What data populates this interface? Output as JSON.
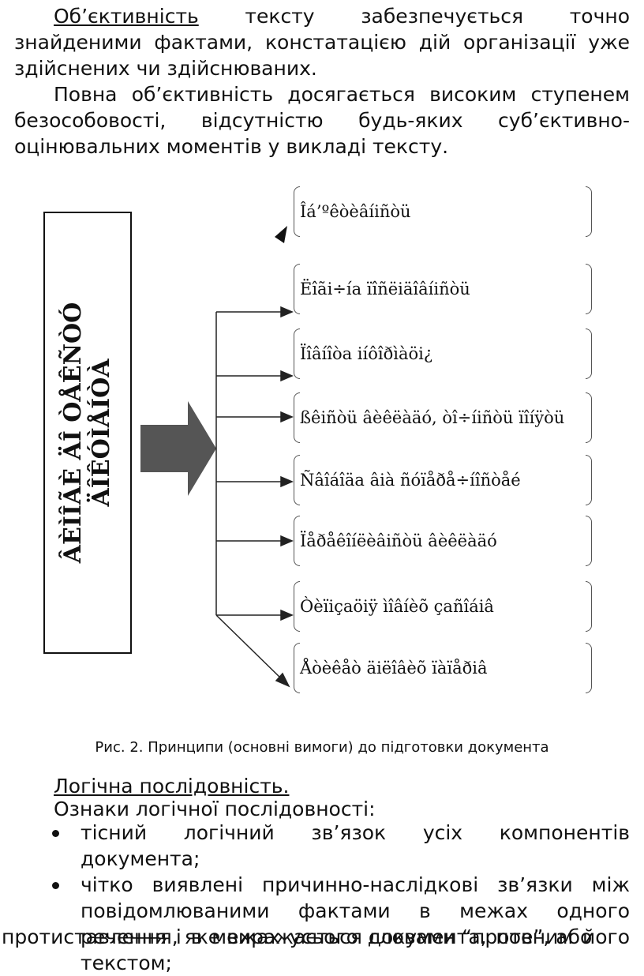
{
  "intro": {
    "p1_term": "Об’єктивність",
    "p1_rest": " тексту забезпечується точно знайденими фактами, констатацією дій організації уже здійснених чи здійснюваних.",
    "p2": "Повна об’єктивність досягається високим ступенем безособовості, відсутністю будь-яких суб’єктивно-оцінювальних моментів у викладі тексту."
  },
  "diagram": {
    "left_label_line1": "ÂÈÌÎÃÈ ÄÎ ÒÅÊÑÒÓ",
    "left_label_line2": "ÄÎÊÓÌÅÍÒÀ",
    "items": [
      "Îá’ºêòèâíiñòü",
      "Ëîãi÷íа ïîñëiäîâíiñòü",
      "Ïîâíîòа iíôîðìàöi¿",
      "ßêiñòü âèêëàäó, òî÷íiñòü ïîíÿòü",
      "Ñâîáîäа âià ñóïåðå÷íîñòåé",
      "Ïåðåêîíëèâiñòü âèêëàäó",
      "Òèïiçаöiÿ ìîâíèõ çañîáiâ",
      "Åòèêåò äiëîâèõ ïàïåðiâ"
    ]
  },
  "caption": "Рис. 2. Принципи (основні вимоги) до підготовки документа",
  "section": {
    "heading": "Логічна послідовність.",
    "subheading": "Ознаки логічної послідовності:",
    "bullets": [
      "тісний логічний зв’язок усіх компонентів документа;",
      "чітко виявлені причинно-наслідкові зв’язки між повідомлюваними фактами в межах одного речення і в межах усього документа, повним його текстом;"
    ],
    "tail": "протиставлення, яке виражається словами “проте”, або"
  }
}
